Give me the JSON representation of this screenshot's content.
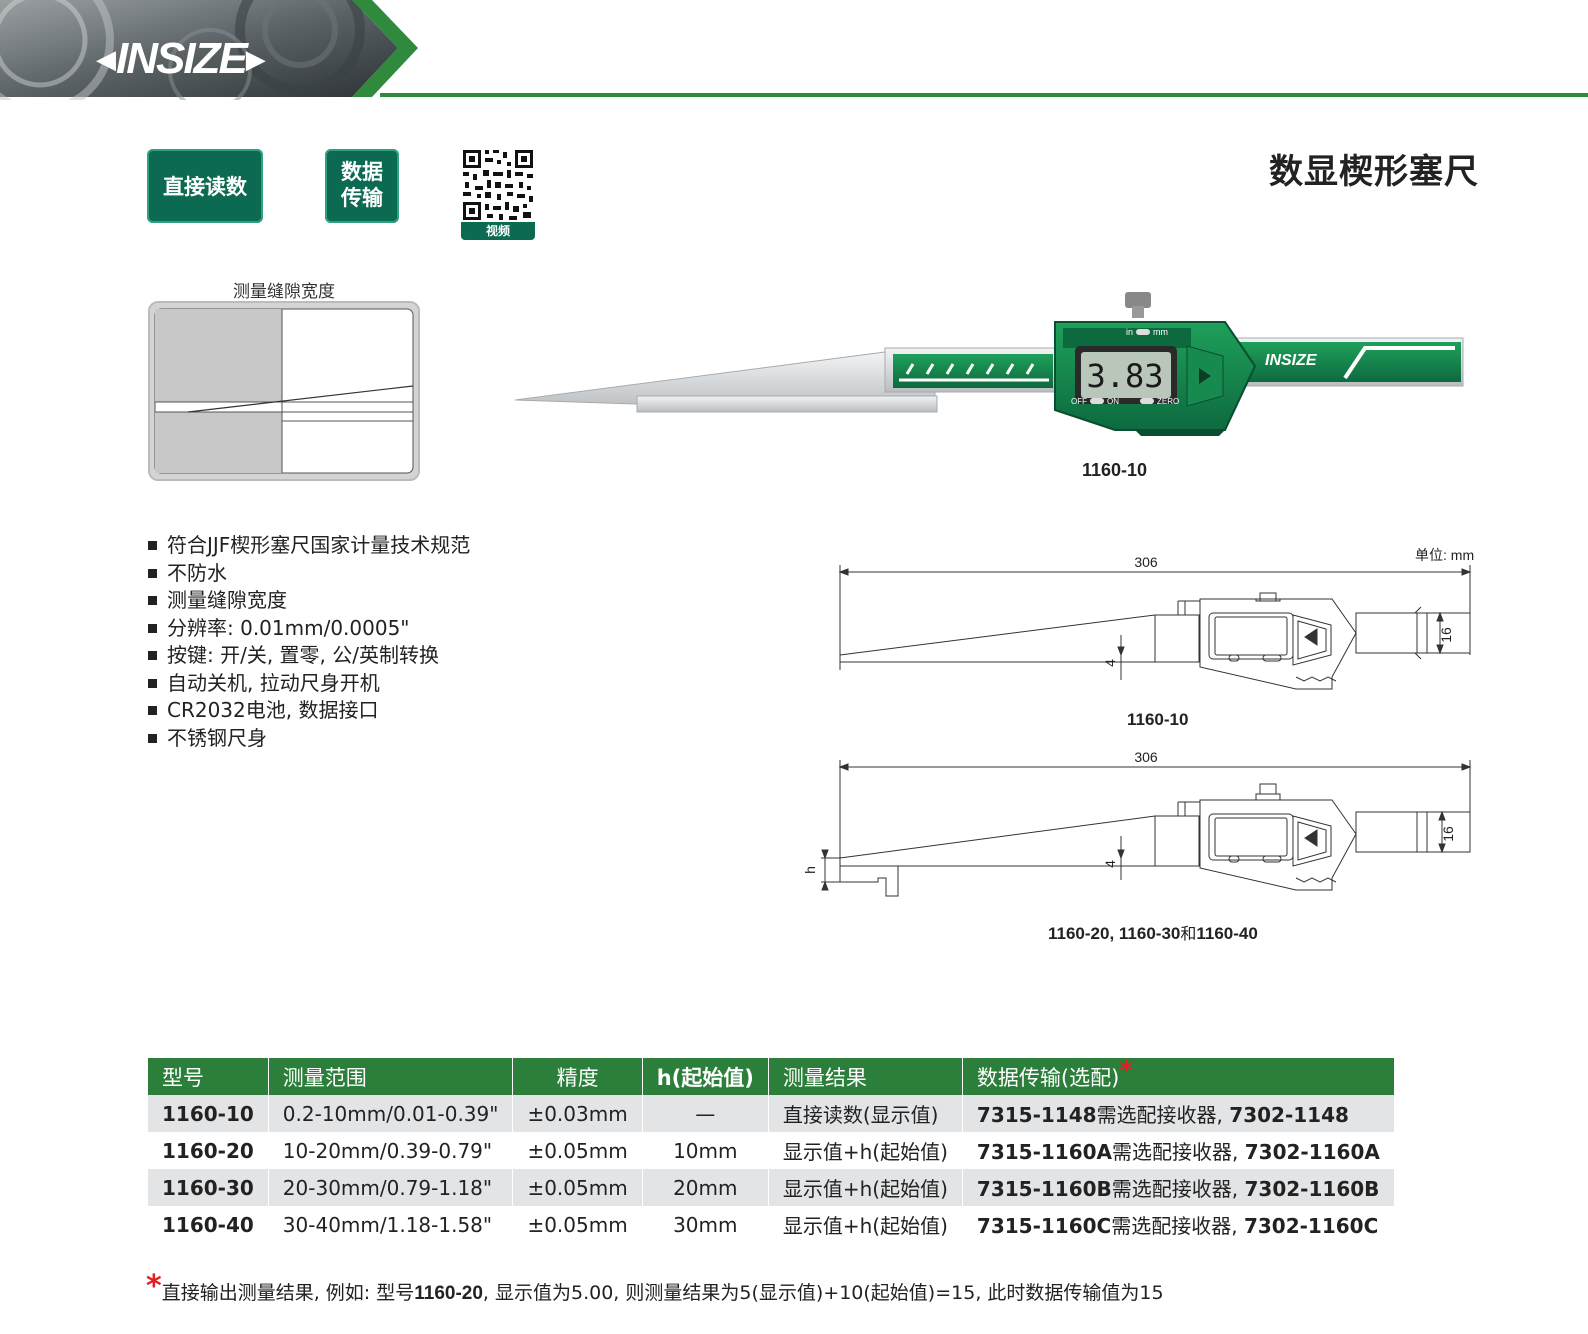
{
  "brand": {
    "logo_text": "INSIZE",
    "accent": "#2b7f3a",
    "badge_color": "#0d6a52"
  },
  "badges": {
    "direct_read": "直接读数",
    "data_line1": "数据",
    "data_line2": "传输",
    "qr_label": "视频"
  },
  "page_title": "数显楔形塞尺",
  "gap_diagram": {
    "caption": "测量缝隙宽度"
  },
  "photo": {
    "display_value": "3.83",
    "switch_label_in": "in",
    "switch_label_mm": "mm",
    "label_off": "OFF",
    "label_on": "ON",
    "label_zero": "ZERO",
    "model": "1160-10"
  },
  "features": [
    "符合JJF楔形塞尺国家计量技术规范",
    "不防水",
    "测量缝隙宽度",
    "分辨率: 0.01mm/0.0005\"",
    "按键: 开/关, 置零, 公/英制转换",
    "自动关机, 拉动尺身开机",
    "CR2032电池, 数据接口",
    "不锈钢尺身"
  ],
  "drawings": {
    "unit": "单位: mm",
    "d1": {
      "length": "306",
      "tip": "4",
      "height": "16",
      "caption": "1160-10"
    },
    "d2": {
      "length": "306",
      "tip": "4",
      "height": "16",
      "h_label": "h",
      "caption_a": "1160-20, 1160-30",
      "caption_and": "和",
      "caption_b": "1160-40"
    }
  },
  "table": {
    "headers": [
      "型号",
      "测量范围",
      "精度",
      "h(起始值)",
      "测量结果",
      "数据传输(选配)"
    ],
    "header_mark": "*",
    "rows": [
      {
        "model": "1160-10",
        "range": "0.2-10mm/0.01-0.39\"",
        "accuracy": "±0.03mm",
        "h": "—",
        "result": "直接读数(显示值)",
        "code1": "7315-1148",
        "mid": "需选配接收器, ",
        "code2": "7302-1148"
      },
      {
        "model": "1160-20",
        "range": "10-20mm/0.39-0.79\"",
        "accuracy": "±0.05mm",
        "h": "10mm",
        "result": "显示值+h(起始值)",
        "code1": "7315-1160A",
        "mid": "需选配接收器, ",
        "code2": "7302-1160A"
      },
      {
        "model": "1160-30",
        "range": "20-30mm/0.79-1.18\"",
        "accuracy": "±0.05mm",
        "h": "20mm",
        "result": "显示值+h(起始值)",
        "code1": "7315-1160B",
        "mid": "需选配接收器, ",
        "code2": "7302-1160B"
      },
      {
        "model": "1160-40",
        "range": "30-40mm/1.18-1.58\"",
        "accuracy": "±0.05mm",
        "h": "30mm",
        "result": "显示值+h(起始值)",
        "code1": "7315-1160C",
        "mid": "需选配接收器, ",
        "code2": "7302-1160C"
      }
    ]
  },
  "footnote": {
    "mark": "*",
    "part1": "直接输出测量结果, 例如: 型号",
    "model": "1160-20",
    "part2": ", 显示值为5.00, 则测量结果为5(显示值)+10(起始值)=15, 此时数据传输值为15"
  }
}
